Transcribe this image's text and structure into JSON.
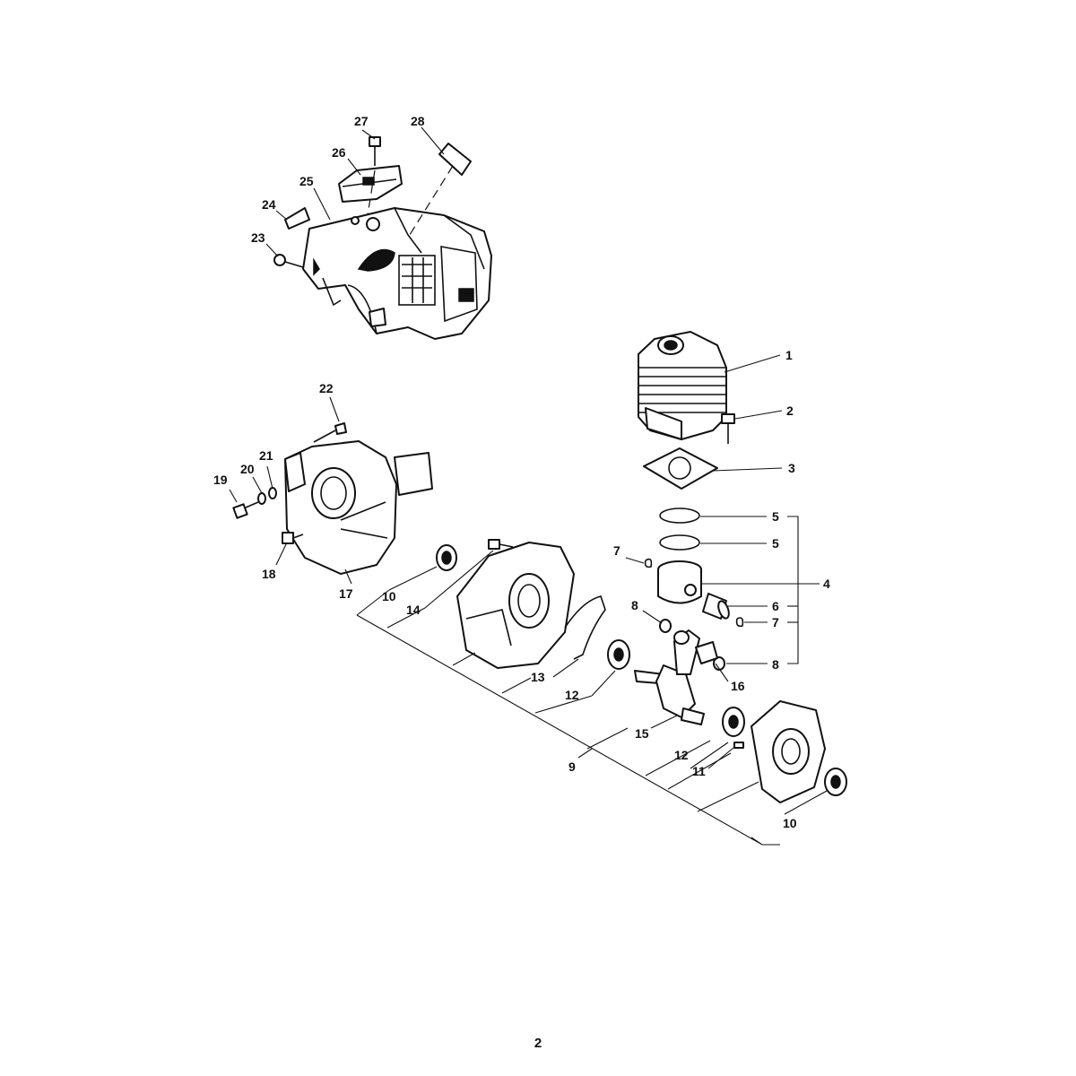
{
  "callouts": {
    "c1": "1",
    "c2": "2",
    "c3": "3",
    "c4": "4",
    "c5a": "5",
    "c5b": "5",
    "c6": "6",
    "c7a": "7",
    "c7b": "7",
    "c8a": "8",
    "c8b": "8",
    "c9": "9",
    "c10a": "10",
    "c10b": "10",
    "c11": "11",
    "c12a": "12",
    "c12b": "12",
    "c13": "13",
    "c14": "14",
    "c15": "15",
    "c16": "16",
    "c17": "17",
    "c18": "18",
    "c19": "19",
    "c20": "20",
    "c21": "21",
    "c22": "22",
    "c23": "23",
    "c24": "24",
    "c25": "25",
    "c26": "26",
    "c27": "27",
    "c28": "28"
  },
  "page_number": "2"
}
